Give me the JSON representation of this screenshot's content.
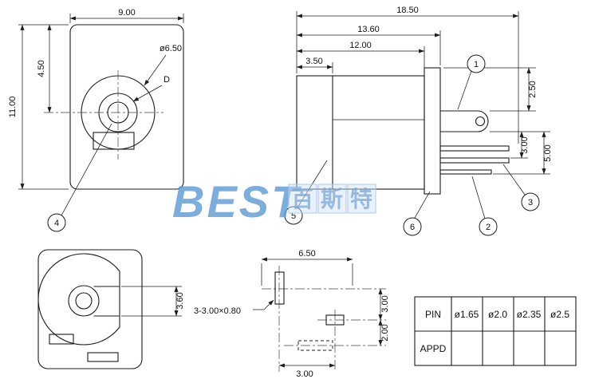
{
  "watermark": {
    "logo": "BEST",
    "cjk_chars": [
      "百",
      "斯",
      "特"
    ],
    "color": "#5b9bd5",
    "box_color": "#a9c8e8"
  },
  "front_view": {
    "dim_width": "9.00",
    "dim_height": "11.00",
    "dim_center": "4.50",
    "hole_label": "ø6.50",
    "d_label": "D",
    "balloon_4": "4"
  },
  "side_view": {
    "dim_total": "18.50",
    "dim_mid": "13.60",
    "dim_body": "12.00",
    "dim_front": "3.50",
    "dim_tab": "2.50",
    "dim_pin_gap": "3.00",
    "dim_pin_span": "5.00",
    "balloon_1": "1",
    "balloon_2": "2",
    "balloon_3": "3",
    "balloon_5": "5",
    "balloon_6": "6"
  },
  "bottom_left_view": {
    "dim_slot": "3.60"
  },
  "pin_layout_view": {
    "dim_span": "6.50",
    "dim_v1": "3.00",
    "dim_v2": "2.00",
    "dim_h": "3.00",
    "note": "3-3.00×0.80"
  },
  "spec_table": {
    "rows": [
      {
        "label": "PIN",
        "values": [
          "ø1.65",
          "ø2.0",
          "ø2.35",
          "ø2.5"
        ]
      },
      {
        "label": "APPD",
        "values": [
          "",
          "",
          "",
          ""
        ]
      }
    ]
  }
}
